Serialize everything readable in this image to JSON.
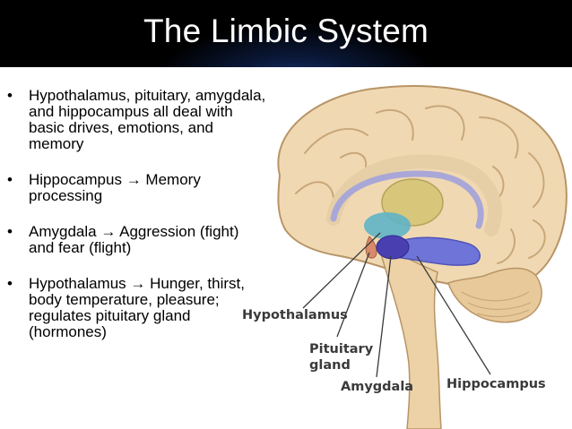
{
  "slide": {
    "title": "The Limbic System",
    "bullets": [
      {
        "text": "Hypothalamus, pituitary, amygdala, and hippocampus all deal with basic drives, emotions, and memory"
      },
      {
        "term": "Hippocampus",
        "arrow": "→",
        "desc": "Memory processing"
      },
      {
        "term": "Amygdala",
        "arrow": "→",
        "desc": "Aggression (fight) and fear (flight)"
      },
      {
        "term": "Hypothalamus",
        "arrow": "→",
        "desc": "Hunger, thirst, body temperature, pleasure; regulates pituitary gland (hormones)"
      }
    ]
  },
  "diagram": {
    "labels": {
      "hypothalamus": "Hypothalamus",
      "pituitary_line1": "Pituitary",
      "pituitary_line2": "gland",
      "amygdala": "Amygdala",
      "hippocampus": "Hippocampus"
    }
  },
  "colors": {
    "title_bar": "#000000",
    "title_text": "#ffffff",
    "brain_tissue": "#f0d9b2",
    "brain_outline": "#b89466",
    "cingulate": "#a9a7d8",
    "thalamus": "#d8c67a",
    "hypothalamus_region": "#5fb3c6",
    "amygdala": "#4a3fb0",
    "hippocampus": "#6e74d8"
  }
}
